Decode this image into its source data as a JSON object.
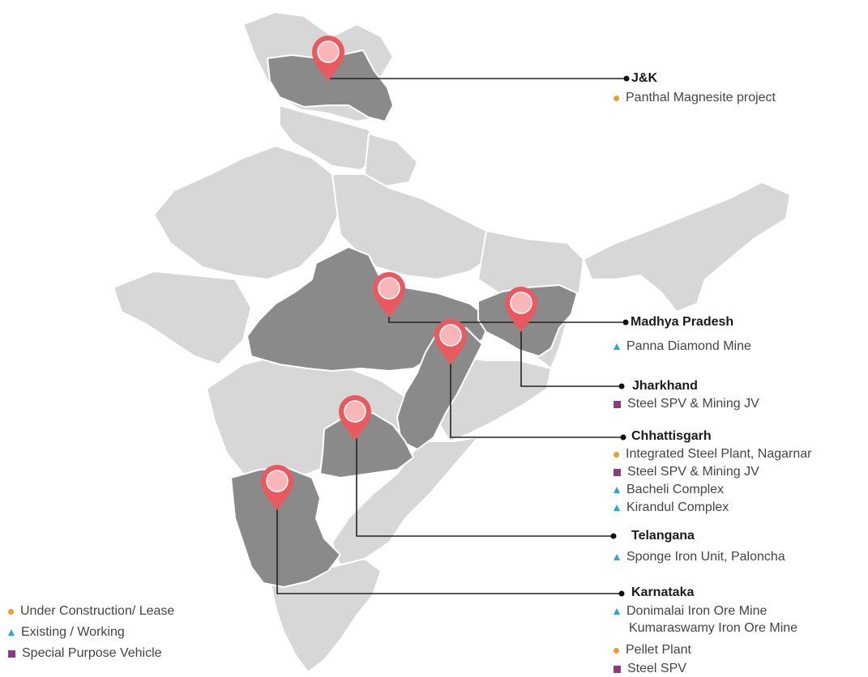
{
  "colors": {
    "under_construction": "#f29a2e",
    "existing": "#2aa7d8",
    "spv": "#8e3a82",
    "state_base": "#d7d7d7",
    "state_highlight": "#8a8a8a",
    "pin": "#e85a5f",
    "pin_inner": "#f8b6b8",
    "leader": "#222222"
  },
  "legend": [
    {
      "marker": "under_construction",
      "label": "Under Construction/ Lease"
    },
    {
      "marker": "existing",
      "label": "Existing / Working"
    },
    {
      "marker": "spv",
      "label": "Special Purpose Vehicle"
    }
  ],
  "states": [
    {
      "name": "J&K",
      "items": [
        {
          "marker": "under_construction",
          "label": "Panthal Magnesite project"
        }
      ]
    },
    {
      "name": "Madhya Pradesh",
      "items": [
        {
          "marker": "existing",
          "label": "Panna Diamond Mine"
        }
      ]
    },
    {
      "name": "Jharkhand",
      "items": [
        {
          "marker": "spv",
          "label": "Steel SPV  & Mining JV"
        }
      ]
    },
    {
      "name": "Chhattisgarh",
      "items": [
        {
          "marker": "under_construction",
          "label": "Integrated Steel Plant, Nagarnar"
        },
        {
          "marker": "spv",
          "label": "Steel SPV  & Mining JV"
        },
        {
          "marker": "existing",
          "label": "Bacheli Complex"
        },
        {
          "marker": "existing",
          "label": "Kirandul  Complex"
        }
      ]
    },
    {
      "name": "Telangana",
      "items": [
        {
          "marker": "existing",
          "label": "Sponge Iron Unit, Paloncha"
        }
      ]
    },
    {
      "name": "Karnataka",
      "items": [
        {
          "marker": "existing",
          "label": "Donimalai Iron Ore Mine"
        },
        {
          "marker": "none",
          "label": "Kumaraswamy  Iron Ore Mine"
        },
        {
          "marker": "under_construction",
          "label": "Pellet Plant"
        },
        {
          "marker": "spv",
          "label": "Steel SPV"
        }
      ]
    }
  ]
}
